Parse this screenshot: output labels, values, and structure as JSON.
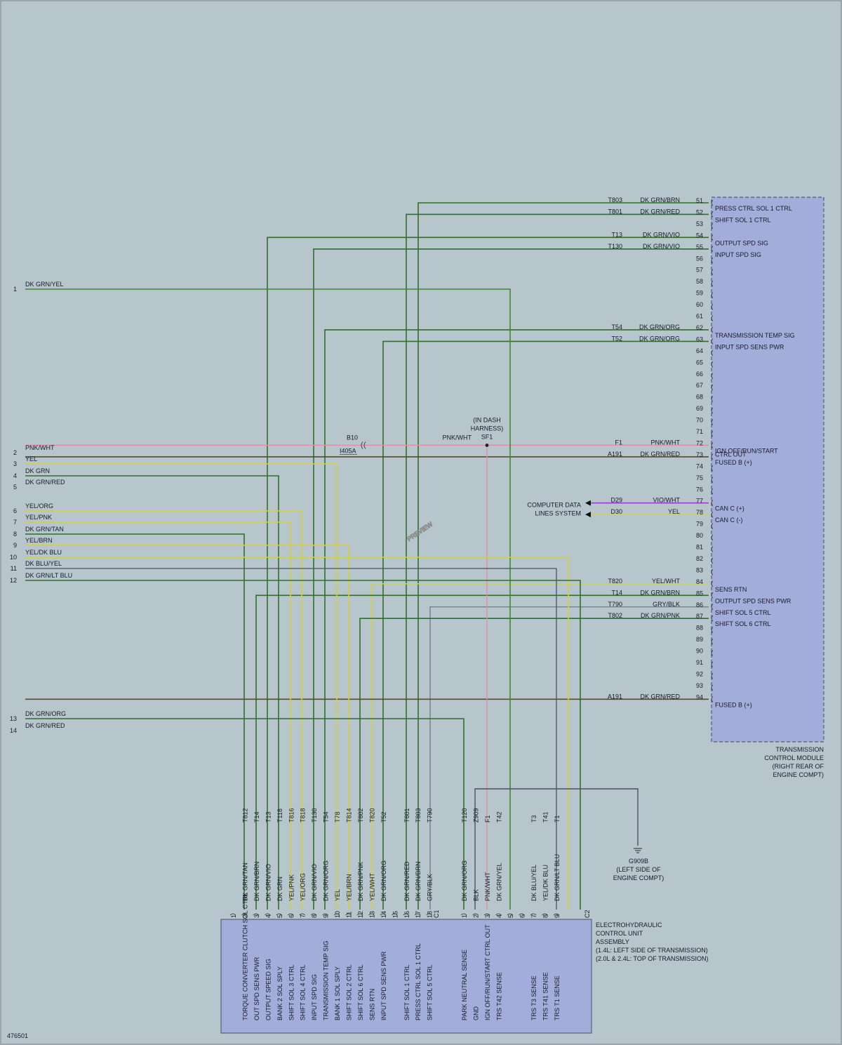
{
  "watermark": "PREVIEW",
  "figure_id": "476501",
  "colors": {
    "dk_grn": "#2f6f2c",
    "dk_grn_yel": "#3f8a2c",
    "yel": "#d4d13a",
    "pnk": "#dd8fa0",
    "vio": "#9a3fd6",
    "gry": "#6f7880",
    "dk_blu": "#4a4f6a",
    "brown": "#5a4a2a",
    "box": "#a3adda"
  },
  "tcm": {
    "label_lines": [
      "TRANSMISSION",
      "CONTROL MODULE",
      "(RIGHT REAR OF",
      "ENGINE COMPT)"
    ],
    "pins": [
      "51",
      "52",
      "53",
      "54",
      "55",
      "56",
      "57",
      "58",
      "59",
      "60",
      "61",
      "62",
      "63",
      "64",
      "65",
      "66",
      "67",
      "68",
      "69",
      "70",
      "71",
      "72",
      "73",
      "74",
      "75",
      "76",
      "77",
      "78",
      "79",
      "80",
      "81",
      "82",
      "83",
      "84",
      "85",
      "86",
      "87",
      "88",
      "89",
      "90",
      "91",
      "92",
      "93",
      "94"
    ],
    "functions": [
      {
        "pin": "51",
        "text": "PRESS CTRL SOL 1 CTRL"
      },
      {
        "pin": "52",
        "text": "SHIFT SOL 1 CTRL"
      },
      {
        "pin": "54",
        "text": "OUTPUT SPD SIG"
      },
      {
        "pin": "55",
        "text": "INPUT SPD SIG"
      },
      {
        "pin": "62",
        "text": "TRANSMISSION TEMP SIG"
      },
      {
        "pin": "63",
        "text": "INPUT SPD SENS PWR"
      },
      {
        "pin": "72",
        "text": "IGN OFF/RUN/START"
      },
      {
        "pin": "72b",
        "text": "CTRL OUT"
      },
      {
        "pin": "73",
        "text": "FUSED B (+)"
      },
      {
        "pin": "77",
        "text": "CAN C (+)"
      },
      {
        "pin": "78",
        "text": "CAN C (-)"
      },
      {
        "pin": "84",
        "text": "SENS RTN"
      },
      {
        "pin": "85",
        "text": "OUTPUT SPD SENS PWR"
      },
      {
        "pin": "86",
        "text": "SHIFT SOL 5 CTRL"
      },
      {
        "pin": "87",
        "text": "SHIFT SOL 6 CTRL"
      },
      {
        "pin": "94",
        "text": "FUSED B (+)"
      }
    ]
  },
  "tcm_circuits": [
    {
      "pin": "51",
      "circuit": "T803",
      "color": "DK GRN/BRN"
    },
    {
      "pin": "52",
      "circuit": "T801",
      "color": "DK GRN/RED"
    },
    {
      "pin": "54",
      "circuit": "T13",
      "color": "DK GRN/VIO"
    },
    {
      "pin": "55",
      "circuit": "T130",
      "color": "DK GRN/VIO"
    },
    {
      "pin": "62",
      "circuit": "T54",
      "color": "DK GRN/ORG"
    },
    {
      "pin": "63",
      "circuit": "T52",
      "color": "DK GRN/ORG"
    },
    {
      "pin": "72",
      "circuit": "F1",
      "color": "PNK/WHT"
    },
    {
      "pin": "73",
      "circuit": "A191",
      "color": "DK GRN/RED"
    },
    {
      "pin": "77",
      "circuit": "D29",
      "color": "VIO/WHT"
    },
    {
      "pin": "78",
      "circuit": "D30",
      "color": "YEL"
    },
    {
      "pin": "84",
      "circuit": "T820",
      "color": "YEL/WHT"
    },
    {
      "pin": "85",
      "circuit": "T14",
      "color": "DK GRN/BRN"
    },
    {
      "pin": "86",
      "circuit": "T790",
      "color": "GRY/BLK"
    },
    {
      "pin": "87",
      "circuit": "T802",
      "color": "DK GRN/PNK"
    },
    {
      "pin": "94",
      "circuit": "A191",
      "color": "DK GRN/RED"
    }
  ],
  "left_wires": [
    {
      "num": "1",
      "color": "DK GRN/YEL"
    },
    {
      "num": "2",
      "color": "PNK/WHT"
    },
    {
      "num": "3",
      "color": "YEL"
    },
    {
      "num": "4",
      "color": "DK GRN"
    },
    {
      "num": "5",
      "color": "DK GRN/RED"
    },
    {
      "num": "6",
      "color": "YEL/ORG"
    },
    {
      "num": "7",
      "color": "YEL/PNK"
    },
    {
      "num": "8",
      "color": "DK GRN/TAN"
    },
    {
      "num": "9",
      "color": "YEL/BRN"
    },
    {
      "num": "10",
      "color": "YEL/DK BLU"
    },
    {
      "num": "11",
      "color": "DK BLU/YEL"
    },
    {
      "num": "12",
      "color": "DK GRN/LT BLU"
    },
    {
      "num": "13",
      "color": "DK GRN/ORG"
    },
    {
      "num": "14",
      "color": "DK GRN/RED"
    }
  ],
  "misc": {
    "b10": "B10",
    "i405a": "I405A",
    "b10_wire": "PNK/WHT",
    "dash_harness": [
      "(IN DASH",
      "HARNESS)"
    ],
    "sf1": "SF1",
    "computer_data": [
      "COMPUTER DATA",
      "LINES SYSTEM"
    ],
    "ground": [
      "G909B",
      "(LEFT SIDE OF",
      "ENGINE COMPT)"
    ]
  },
  "ehc": {
    "label_lines": [
      "ELECTROHYDRAULIC",
      "CONTROL UNIT",
      "ASSEMBLY",
      "(1.4L: LEFT SIDE OF TRANSMISSION)",
      "(2.0L & 2.4L: TOP OF TRANSMISSION)"
    ],
    "c1_label": "C1",
    "c2_label": "C2",
    "c1_pins": [
      {
        "pin": "1",
        "circuit": "",
        "color": "",
        "func": ""
      },
      {
        "pin": "2",
        "circuit": "T812",
        "color": "DK GRN/TAN",
        "func": "TORQUE CONVERTER CLUTCH SOL CTRL"
      },
      {
        "pin": "3",
        "circuit": "T14",
        "color": "DK GRN/BRN",
        "func": "OUT SPD SENS PWR"
      },
      {
        "pin": "4",
        "circuit": "T13",
        "color": "DK GRN/VIO",
        "func": "OUTPUT SPEED SIG"
      },
      {
        "pin": "5",
        "circuit": "T118",
        "color": "DK GRN",
        "func": "BANK 2 SOL SPLY"
      },
      {
        "pin": "6",
        "circuit": "T816",
        "color": "YEL/PNK",
        "func": "SHIFT SOL 3 CTRL"
      },
      {
        "pin": "7",
        "circuit": "T818",
        "color": "YEL/ORG",
        "func": "SHIFT SOL 4 CTRL"
      },
      {
        "pin": "8",
        "circuit": "T130",
        "color": "DK GRN/VIO",
        "func": "INPUT SPD SIG"
      },
      {
        "pin": "9",
        "circuit": "T54",
        "color": "DK GRN/ORG",
        "func": "TRANSMISSION TEMP SIG"
      },
      {
        "pin": "10",
        "circuit": "T78",
        "color": "YEL",
        "func": "BANK 1 SOL SPLY"
      },
      {
        "pin": "11",
        "circuit": "T814",
        "color": "YEL/BRN",
        "func": "SHIFT SOL 2 CTRL"
      },
      {
        "pin": "12",
        "circuit": "T802",
        "color": "DK GRN/PNK",
        "func": "SHIFT SOL 6 CTRL"
      },
      {
        "pin": "13",
        "circuit": "T820",
        "color": "YEL/WHT",
        "func": "SENS RTN"
      },
      {
        "pin": "14",
        "circuit": "T52",
        "color": "DK GRN/ORG",
        "func": "INPUT SPD SENS PWR"
      },
      {
        "pin": "15",
        "circuit": "",
        "color": "",
        "func": ""
      },
      {
        "pin": "16",
        "circuit": "T801",
        "color": "DK GRN/RED",
        "func": "SHIFT SOL 1 CTRL"
      },
      {
        "pin": "17",
        "circuit": "T803",
        "color": "DK GRN/BRN",
        "func": "PRESS CTRL SOL 1 CTRL"
      },
      {
        "pin": "18",
        "circuit": "T790",
        "color": "GRY/BLK",
        "func": "SHIFT SOL 5 CTRL"
      }
    ],
    "c2_pins": [
      {
        "pin": "1",
        "circuit": "T120",
        "color": "DK GRN/ORG",
        "func": "PARK NEUTRAL SENSE"
      },
      {
        "pin": "2",
        "circuit": "Z909",
        "color": "BLK",
        "func": "GND"
      },
      {
        "pin": "3",
        "circuit": "F1",
        "color": "PNK/WHT",
        "func": "IGN OFF/RUN/START CTRL OUT"
      },
      {
        "pin": "4",
        "circuit": "T42",
        "color": "DK GRN/YEL",
        "func": "TRS T42 SENSE"
      },
      {
        "pin": "5",
        "circuit": "",
        "color": "",
        "func": ""
      },
      {
        "pin": "6",
        "circuit": "",
        "color": "",
        "func": ""
      },
      {
        "pin": "7",
        "circuit": "T3",
        "color": "DK BLU/YEL",
        "func": "TRS T3 SENSE"
      },
      {
        "pin": "8",
        "circuit": "T41",
        "color": "YEL/DK BLU",
        "func": "TRS T41 SENSE"
      },
      {
        "pin": "9",
        "circuit": "T1",
        "color": "DK GRN/LT BLU",
        "func": "TRS T1 SENSE"
      }
    ]
  }
}
